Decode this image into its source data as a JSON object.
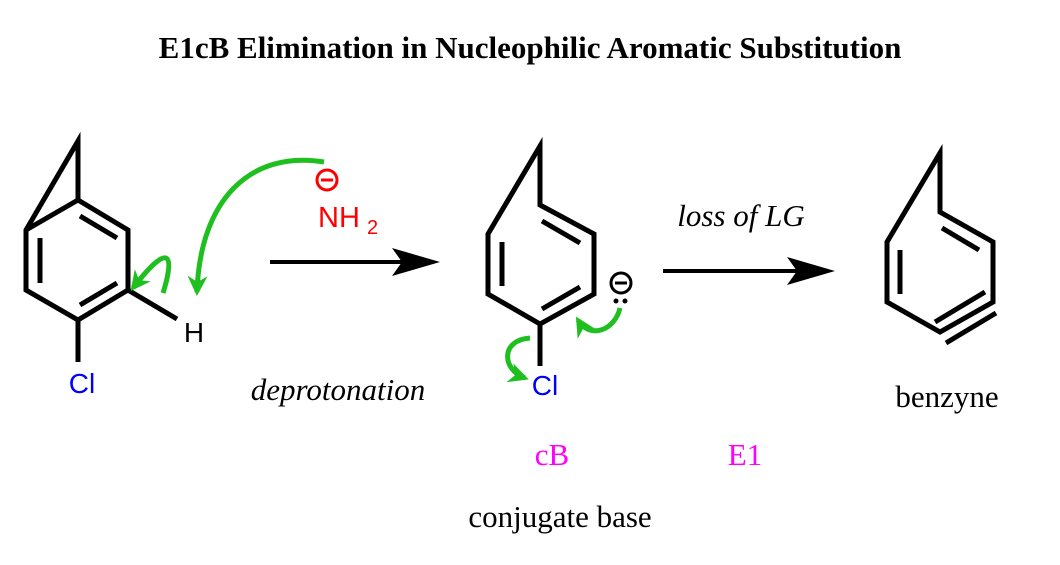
{
  "title": "E1cB Elimination in Nucleophilic Aromatic Substitution",
  "reactant": {
    "chlorine": "Cl",
    "hydrogen": "H"
  },
  "reagent": {
    "base": "NH",
    "subscript": "2",
    "charge": "−"
  },
  "step1_label": "deprotonation",
  "intermediate": {
    "chlorine": "Cl",
    "charge": "−",
    "lone_pair": ":",
    "label": "conjugate base"
  },
  "step2_label": "loss of LG",
  "product": {
    "label": "benzyne"
  },
  "mechanism_letters": {
    "cB": "cB",
    "E1": "E1"
  },
  "colors": {
    "heteroatom_cl": "#0000ff",
    "reagent": "#ff0000",
    "arrow": "#1fbf1f",
    "letters": "#ff00ff"
  }
}
